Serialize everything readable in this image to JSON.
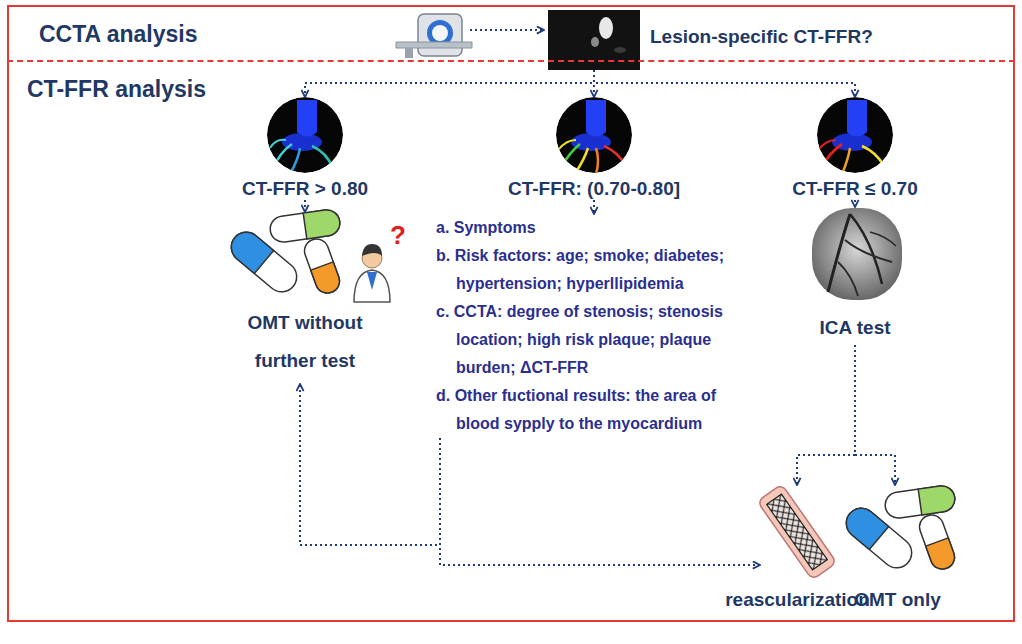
{
  "diagram": {
    "nodes": [
      {
        "text": [
          "CCTA analysis"
        ]
      },
      {
        "text": [
          "CT-FFR analysis"
        ]
      },
      {
        "text": [
          "Lesion-specific CT-FFR?"
        ],
        "in": 0
      },
      {
        "text": [
          "CT-FFR > 0.80"
        ],
        "in": 1
      },
      {
        "text": [
          "CT-FFR: (0.70-0.80]"
        ],
        "in": 1
      },
      {
        "text": [
          "CT-FFR ≤ 0.70"
        ],
        "in": 1
      },
      {
        "text": [
          "OMT without further test"
        ],
        "in": 1
      },
      {
        "text": [
          "a. Symptoms",
          "b. Risk factors: age; smoke; diabetes; hypertension; hyperllipidemia",
          "c. CCTA: degree of stenosis; stenosis location; high risk plaque; plaque burden; ΔCT-FFR",
          "d. Other fuctional results: the area of blood sypply to the myocardium"
        ],
        "in": 1
      },
      {
        "text": [
          "ICA test"
        ],
        "in": 1
      },
      {
        "text": [
          "reascularization"
        ],
        "in": 1
      },
      {
        "text": [
          "OMT only"
        ],
        "in": 1
      }
    ],
    "edges": [
      {
        "from": 2,
        "to": 3,
        "arrow": "to"
      },
      {
        "from": 2,
        "to": 4,
        "arrow": "to"
      },
      {
        "from": 2,
        "to": 5,
        "arrow": "to"
      },
      {
        "from": 3,
        "to": 6,
        "arrow": "to"
      },
      {
        "from": 4,
        "to": 7,
        "arrow": "to"
      },
      {
        "from": 5,
        "to": 8,
        "arrow": "to"
      },
      {
        "from": 8,
        "to": 9,
        "arrow": "to"
      },
      {
        "from": 8,
        "to": 10,
        "arrow": "to"
      },
      {
        "from": 7,
        "to": 6,
        "arrow": "to"
      },
      {
        "from": 7,
        "to": 9,
        "arrow": "to"
      }
    ],
    "labels": [
      "?"
    ]
  }
}
